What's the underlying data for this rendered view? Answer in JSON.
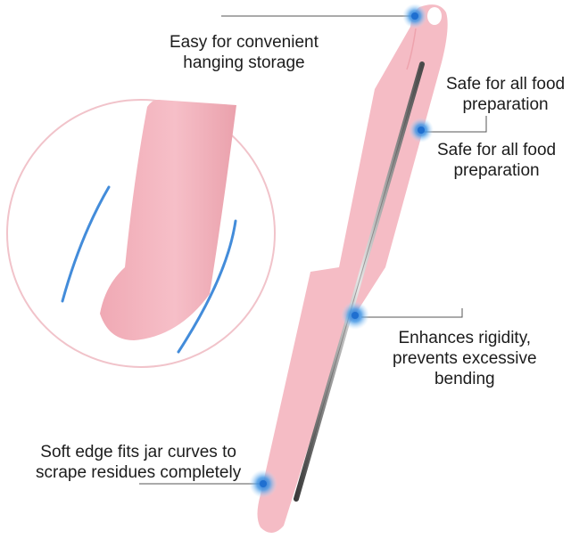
{
  "annotations": {
    "hanging": {
      "line1": "Easy for convenient",
      "line2": "hanging storage"
    },
    "safe_top": {
      "line1": "Safe for all food",
      "line2": "preparation"
    },
    "safe_bottom": {
      "line1": "Safe for all food",
      "line2": "preparation"
    },
    "rigidity": {
      "line1": "Enhances rigidity,",
      "line2": "prevents excessive",
      "line3": "bending"
    },
    "soft_edge": {
      "line1": "Soft edge fits jar curves to",
      "line2": "scrape residues completely"
    }
  },
  "colors": {
    "spatula_pink": "#f5bcc5",
    "detail_pink": "#eea3ad",
    "circle_border": "#f1c3ca",
    "marker_blue": "#2f7fd6",
    "steel": "#5a5a5a"
  }
}
